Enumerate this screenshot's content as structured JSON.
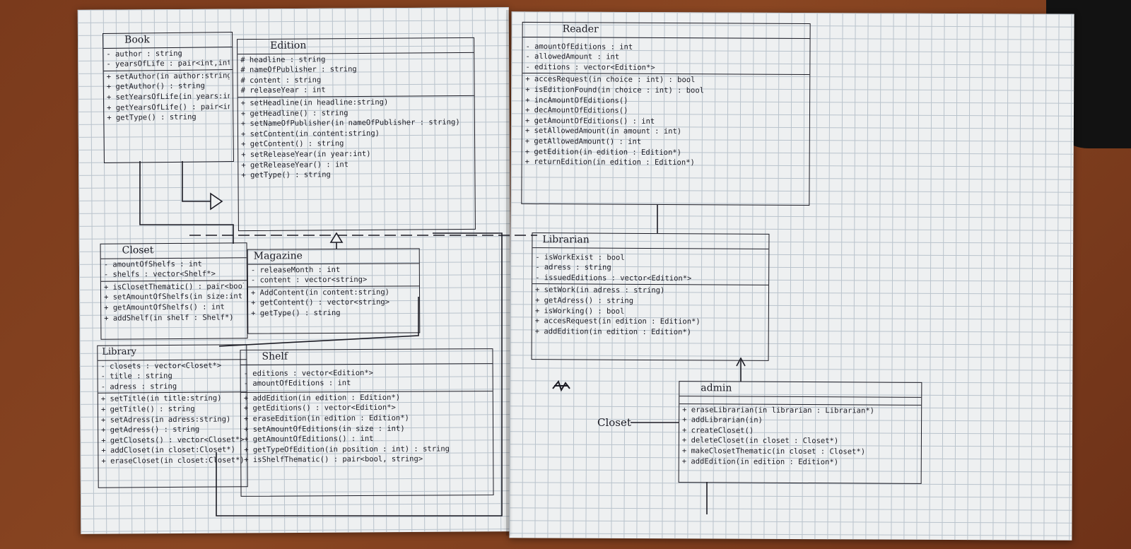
{
  "diagram": {
    "classes": {
      "book": {
        "name": "Book",
        "attributes": [
          "- author : string",
          "- yearsOfLife : pair<int,int>"
        ],
        "methods": [
          "+ setAuthor(in author:string)",
          "+ getAuthor() : string",
          "+ setYearsOfLife(in years:int)",
          "+ getYearsOfLife() : pair<int,int>",
          "+ getType() : string"
        ]
      },
      "edition": {
        "name": "Edition",
        "attributes": [
          "# headline : string",
          "# nameOfPublisher : string",
          "# content : string",
          "# releaseYear : int"
        ],
        "methods": [
          "+ setHeadline(in headline:string)",
          "+ getHeadline() : string",
          "+ setNameOfPublisher(in nameOfPublisher : string)",
          "+ setContent(in content:string)",
          "+ getContent() : string",
          "+ setReleaseYear(in year:int)",
          "+ getReleaseYear() : int",
          "+ getType() : string"
        ]
      },
      "closet": {
        "name": "Closet",
        "attributes": [
          "- amountOfShelfs : int",
          "- shelfs : vector<Shelf*>"
        ],
        "methods": [
          "+ isClosetThematic() : pair<bool,string>",
          "+ setAmountOfShelfs(in size:int)",
          "+ getAmountOfShelfs() : int",
          "+ addShelf(in shelf : Shelf*)"
        ]
      },
      "magazine": {
        "name": "Magazine",
        "attributes": [
          "- releaseMonth : int",
          "- content : vector<string>"
        ],
        "methods": [
          "+ AddContent(in content:string)",
          "+ getContent() : vector<string>",
          "+ getType() : string"
        ]
      },
      "library": {
        "name": "Library",
        "attributes": [
          "- closets : vector<Closet*>",
          "- title : string",
          "- adress : string"
        ],
        "methods": [
          "+ setTitle(in title:string)",
          "+ getTitle() : string",
          "+ setAdress(in adress:string)",
          "+ getAdress() : string",
          "+ getClosets() : vector<Closet*>",
          "+ addCloset(in closet:Closet*)",
          "+ eraseCloset(in closet:Closet*)"
        ]
      },
      "shelf": {
        "name": "Shelf",
        "attributes": [
          "- editions : vector<Edition*>",
          "- amountOfEditions : int"
        ],
        "methods": [
          "+ addEdition(in edition : Edition*)",
          "+ getEditions() : vector<Edition*>",
          "+ eraseEdition(in edition : Edition*)",
          "+ setAmountOfEditions(in size : int)",
          "+ getAmountOfEditions() : int",
          "+ getTypeOfEdition(in position : int) : string",
          "+ isShelfThematic() : pair<bool, string>"
        ]
      },
      "reader": {
        "name": "Reader",
        "attributes": [
          "- amountOfEditions : int",
          "- allowedAmount : int",
          "- editions : vector<Edition*>"
        ],
        "methods": [
          "+ accesRequest(in choice : int) : bool",
          "+ isEditionFound(in choice : int) : bool",
          "+ incAmountOfEditions()",
          "+ decAmountOfEditions()",
          "+ getAmountOfEditions() : int",
          "+ setAllowedAmount(in amount : int)",
          "+ getAllowedAmount() : int",
          "+ getEdition(in edition : Edition*)",
          "+ returnEdition(in edition : Edition*)"
        ]
      },
      "librarian": {
        "name": "Librarian",
        "attributes": [
          "- isWorkExist : bool",
          "- adress : string",
          "- issuedEditions : vector<Edition*>"
        ],
        "methods": [
          "+ setWork(in adress : string)",
          "+ getAdress() : string",
          "+ isWorking() : bool",
          "+ accesRequest(in edition : Edition*)",
          "+ addEdition(in edition : Edition*)"
        ]
      },
      "admin": {
        "name": "admin",
        "attributes": [],
        "methods": [
          "+ eraseLibrarian(in librarian : Librarian*)",
          "+ addLibrarian(in)",
          "+ createCloset()",
          "+ deleteCloset(in closet : Closet*)",
          "+ makeClosetThematic(in closet : Closet*)",
          "+ addEdition(in edition : Edition*)"
        ]
      }
    },
    "labels": {
      "closet_dependency": "Closet"
    }
  }
}
